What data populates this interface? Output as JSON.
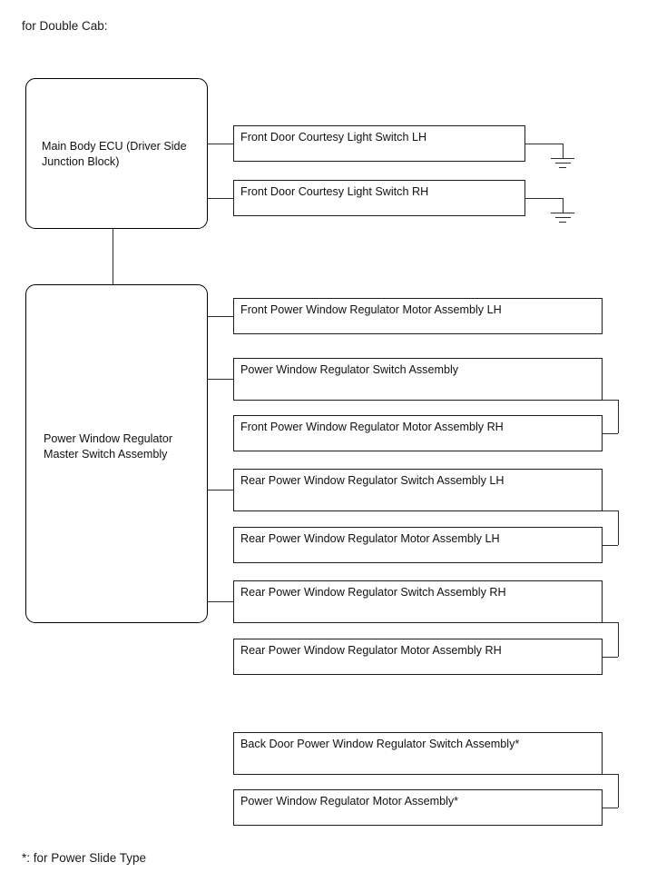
{
  "diagram": {
    "title": "for Double Cab:",
    "footnote": "*: for Power Slide Type",
    "sources": [
      {
        "id": "ecu",
        "label": "Main Body ECU (Driver Side Junction Block)"
      },
      {
        "id": "master",
        "label": "Power Window Regulator Master Switch Assembly"
      }
    ],
    "components": [
      {
        "id": "fdcl-lh",
        "label": "Front Door Courtesy Light Switch LH"
      },
      {
        "id": "fdcl-rh",
        "label": "Front Door Courtesy Light Switch RH"
      },
      {
        "id": "fpw-motor-lh",
        "label": "Front Power Window Regulator Motor Assembly LH"
      },
      {
        "id": "pw-switch",
        "label": "Power Window Regulator Switch Assembly"
      },
      {
        "id": "fpw-motor-rh",
        "label": "Front Power Window Regulator Motor Assembly RH"
      },
      {
        "id": "rpw-switch-lh",
        "label": "Rear Power Window Regulator Switch Assembly LH"
      },
      {
        "id": "rpw-motor-lh",
        "label": "Rear Power Window Regulator Motor Assembly LH"
      },
      {
        "id": "rpw-switch-rh",
        "label": "Rear Power Window Regulator Switch Assembly RH"
      },
      {
        "id": "rpw-motor-rh",
        "label": "Rear Power Window Regulator Motor Assembly RH"
      },
      {
        "id": "bd-switch",
        "label": "Back Door Power Window Regulator Switch Assembly*"
      },
      {
        "id": "bd-motor",
        "label": "Power Window Regulator Motor Assembly*"
      }
    ],
    "ground_symbols": 2,
    "colors": {
      "background": "#ffffff",
      "text": "#111111",
      "box_border": "#1c1c1c",
      "wire": "#2c2c2c"
    }
  }
}
